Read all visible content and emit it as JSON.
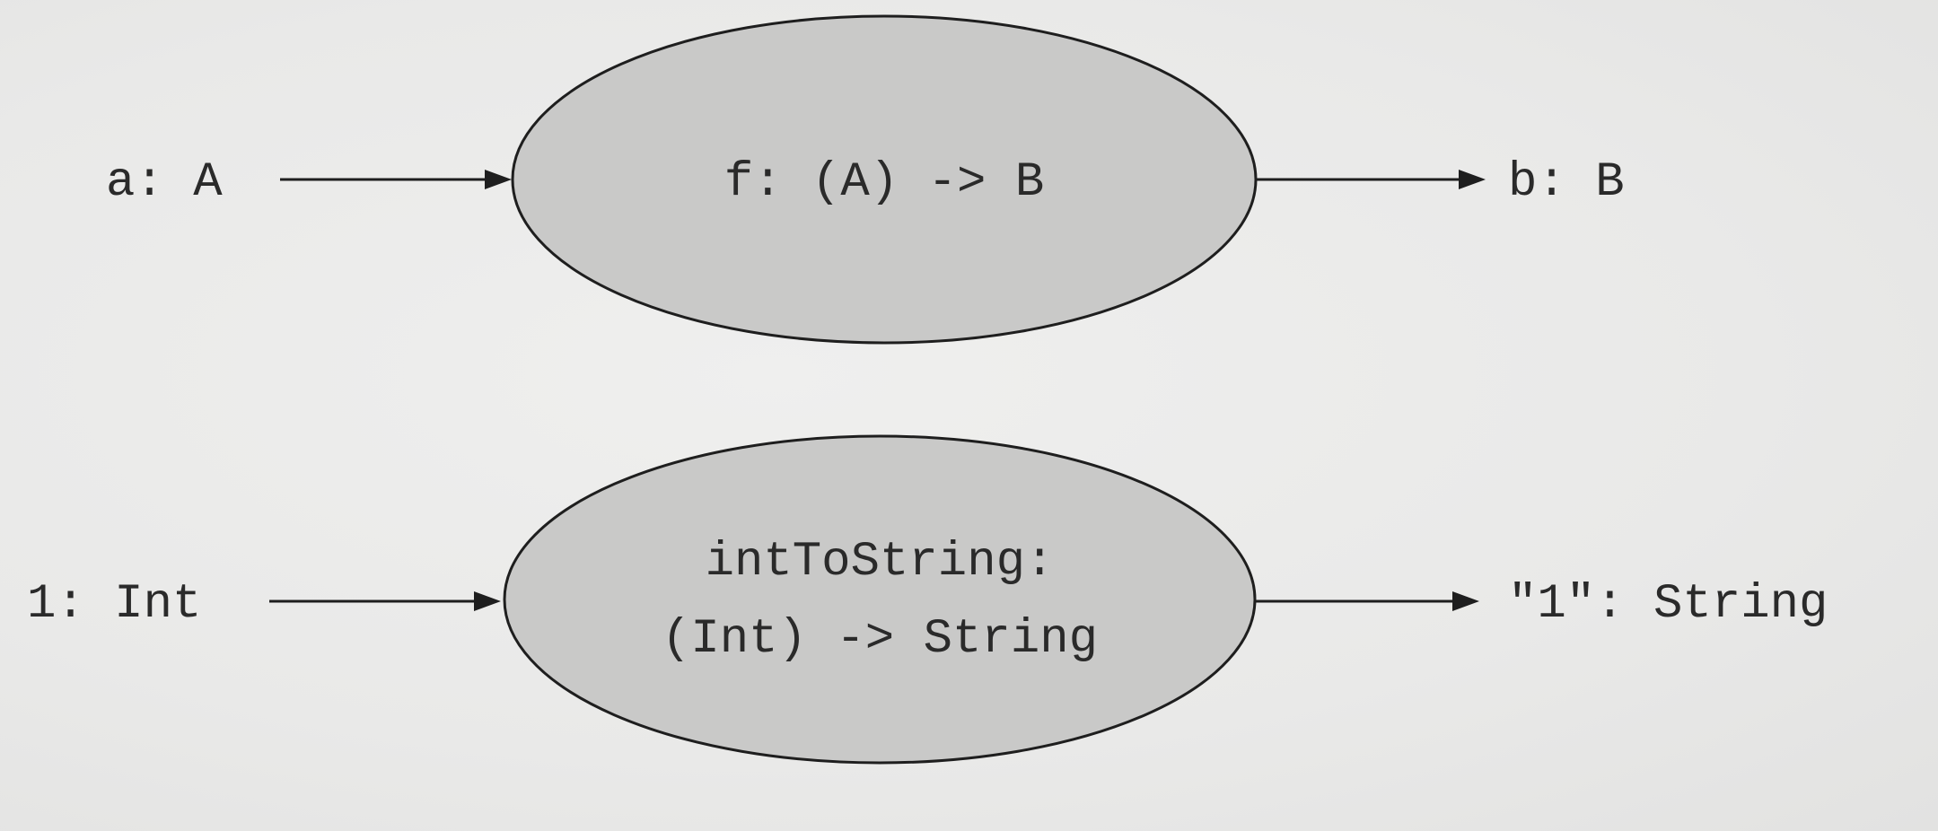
{
  "diagram": {
    "rows": [
      {
        "input_label": "a: A",
        "function_lines": [
          "f: (A) -> B"
        ],
        "output_label": "b: B"
      },
      {
        "input_label": "1: Int",
        "function_lines": [
          "intToString:",
          "(Int) -> String"
        ],
        "output_label": "\"1\": String"
      }
    ]
  }
}
